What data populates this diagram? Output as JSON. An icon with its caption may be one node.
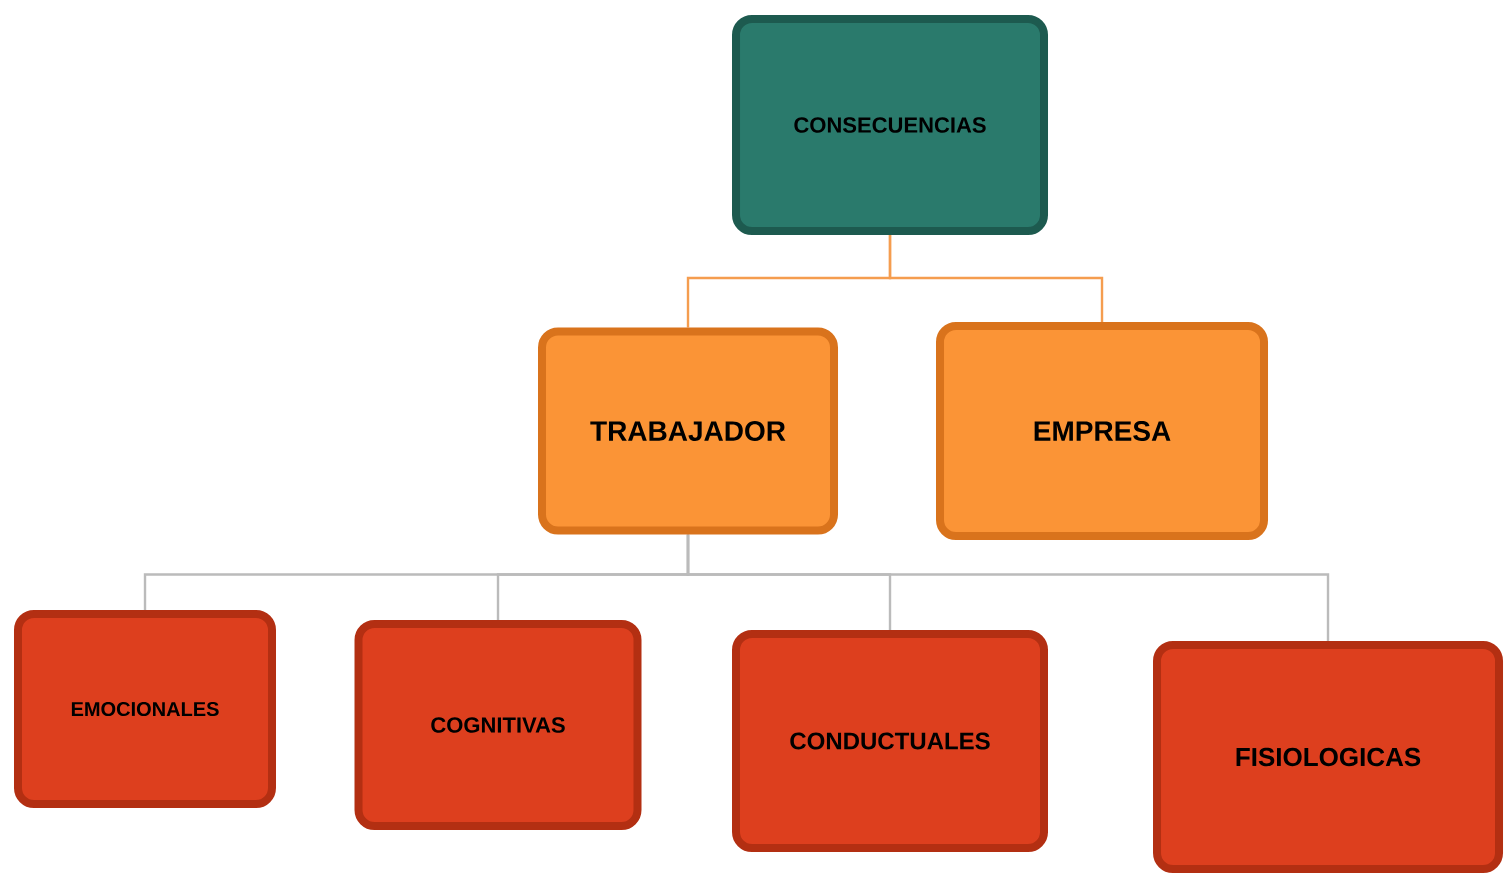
{
  "diagram": {
    "nodes": [
      {
        "text": [
          "CONSECUENCIAS"
        ]
      },
      {
        "text": [
          "TRABAJADOR"
        ]
      },
      {
        "text": [
          "EMPRESA"
        ]
      },
      {
        "text": [
          "EMOCIONALES"
        ]
      },
      {
        "text": [
          "COGNITIVAS"
        ]
      },
      {
        "text": [
          "CONDUCTUALES"
        ]
      },
      {
        "text": [
          "FISIOLOGICAS"
        ]
      }
    ],
    "edges": [
      {
        "from": 0,
        "to": 1,
        "arrow": "none",
        "color": "#f59d4f"
      },
      {
        "from": 0,
        "to": 2,
        "arrow": "none",
        "color": "#f59d4f"
      },
      {
        "from": 1,
        "to": 3,
        "arrow": "none"
      },
      {
        "from": 1,
        "to": 4,
        "arrow": "none"
      },
      {
        "from": 1,
        "to": 5,
        "arrow": "none"
      },
      {
        "from": 1,
        "to": 6,
        "arrow": "none"
      }
    ]
  }
}
